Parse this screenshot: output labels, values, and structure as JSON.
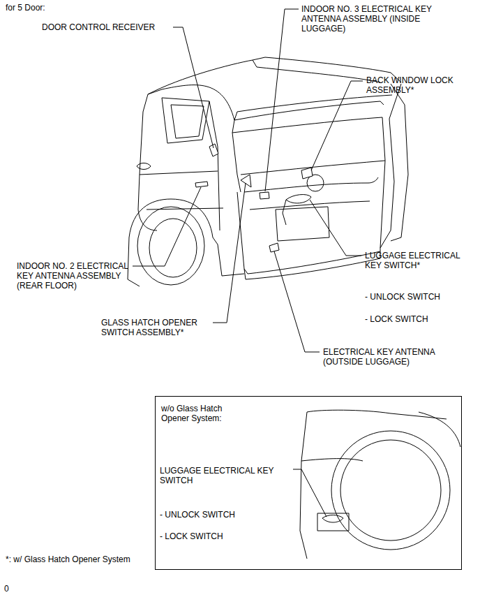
{
  "diagram": {
    "title": "for 5 Door:",
    "nodes": [
      {
        "text": [
          "w/o Glass Hatch Opener System:",
          "LUGGAGE ELECTRICAL KEY SWITCH",
          "- UNLOCK SWITCH",
          "- LOCK SWITCH"
        ]
      }
    ],
    "labels": [
      "DOOR CONTROL RECEIVER",
      "INDOOR NO. 3 ELECTRICAL KEY ANTENNA ASSEMBLY (INSIDE LUGGAGE)",
      "BACK WINDOW LOCK ASSEMBLY*",
      "LUGGAGE ELECTRICAL KEY SWITCH*",
      "- UNLOCK SWITCH",
      "- LOCK SWITCH",
      "INDOOR NO. 2 ELECTRICAL KEY ANTENNA ASSEMBLY (REAR FLOOR)",
      "GLASS HATCH OPENER SWITCH ASSEMBLY*",
      "ELECTRICAL KEY ANTENNA (OUTSIDE LUGGAGE)",
      "*: w/ Glass Hatch Opener System",
      "0"
    ]
  }
}
